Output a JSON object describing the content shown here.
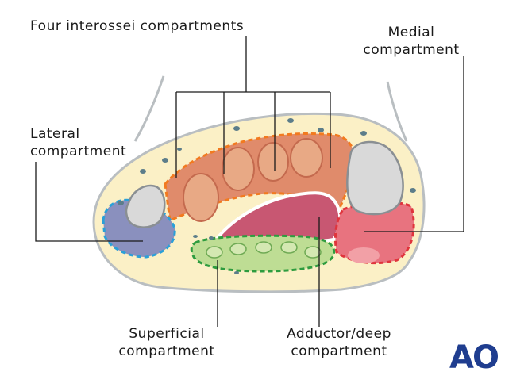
{
  "labels": {
    "four_interossei": "Four interossei compartments",
    "medial": [
      "Medial",
      "compartment"
    ],
    "lateral": [
      "Lateral",
      "compartment"
    ],
    "superficial": [
      "Superficial",
      "compartment"
    ],
    "adductor": [
      "Adductor/deep",
      "compartment"
    ]
  },
  "logo": "AO",
  "colors": {
    "skin_fill": "#fbf0c6",
    "outline": "#b9bec1",
    "interossei": "#e08b6b",
    "interossei_border": "#f27a1f",
    "adductor": "#c85772",
    "medial": "#e8737f",
    "medial_border": "#e0343c",
    "lateral": "#8a90be",
    "lateral_border": "#2aa0d8",
    "superficial": "#bedd94",
    "superficial_border": "#2e9c3f",
    "bone": "#d9d9d9",
    "metatarsal": "#e8a985",
    "logo": "#1f3d8f",
    "leader": "#1a1a1a"
  }
}
